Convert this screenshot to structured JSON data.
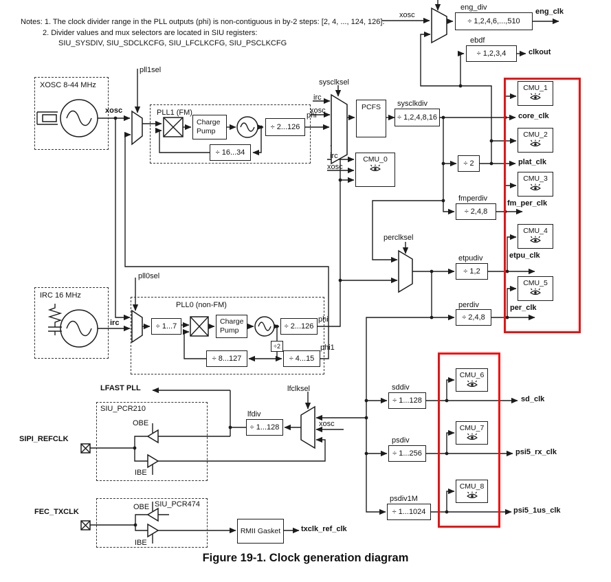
{
  "notes": {
    "line1": "Notes: 1. The clock divider range in the PLL outputs (phi) is non-contiguous in by-2 steps: [2, 4, ..., 124, 126].",
    "line2": "2. Divider values and mux selectors are located in SIU registers:",
    "line3": "SIU_SYSDIV, SIU_SDCLKCFG, SIU_LFCLKCFG, SIU_PSCLKCFG"
  },
  "caption": "Figure 19-1. Clock generation diagram",
  "colors": {
    "highlight": "#f10e0e",
    "line": "#1c1c1c"
  },
  "oscillators": {
    "xosc_title": "XOSC 8-44 MHz",
    "irc_title": "IRC 16 MHz"
  },
  "pll1": {
    "title": "PLL1 (FM)",
    "charge_pump": "Charge\nPump",
    "fwd_div": "÷ 2...126",
    "fb_div": "÷ 16...34"
  },
  "pll0": {
    "title": "PLL0 (non-FM)",
    "pre_div": "÷ 1...7",
    "charge_pump": "Charge\nPump",
    "fwd_div": "÷ 2...126",
    "half_div": "÷2",
    "fb_div": "÷ 8...127",
    "phi1_div": "÷ 4...15"
  },
  "selects": {
    "pll1sel": "pll1sel",
    "pll0sel": "pll0sel",
    "sysclksel": "sysclksel",
    "perclksel": "perclksel",
    "lfclksel": "lfclksel"
  },
  "signals": {
    "xosc": "xosc",
    "irc": "irc",
    "phi": "phi",
    "phi1": "phi1",
    "lfast_pll": "LFAST PLL",
    "sipi_refclk": "SIPI_REFCLK",
    "fec_txclk": "FEC_TXCLK",
    "obe": "OBE",
    "ibe": "IBE"
  },
  "dividers": {
    "eng_div": {
      "label": "eng_div",
      "value": "÷ 1,2,4,6,...,510"
    },
    "ebdf": {
      "label": "ebdf",
      "value": "÷ 1,2,3,4"
    },
    "sysclkdiv": {
      "label": "sysclkdiv",
      "value": "÷ 1,2,4,8,16"
    },
    "div2": {
      "value": "÷ 2"
    },
    "fmperdiv": {
      "label": "fmperdiv",
      "value": "÷ 2,4,8"
    },
    "etpudiv": {
      "label": "etpudiv",
      "value": "÷ 1,2"
    },
    "perdiv": {
      "label": "perdiv",
      "value": "÷ 2,4,8"
    },
    "sddiv": {
      "label": "sddiv",
      "value": "÷ 1...128"
    },
    "psdiv": {
      "label": "psdiv",
      "value": "÷ 1...256"
    },
    "psdiv1M": {
      "label": "psdiv1M",
      "value": "÷ 1...1024"
    },
    "lfdiv": {
      "label": "lfdiv",
      "value": "÷ 1...128"
    }
  },
  "clocks": {
    "eng_clk": "eng_clk",
    "clkout": "clkout",
    "core_clk": "core_clk",
    "plat_clk": "plat_clk",
    "fm_per_clk": "fm_per_clk",
    "etpu_clk": "etpu_clk",
    "per_clk": "per_clk",
    "sd_clk": "sd_clk",
    "psi5_rx_clk": "psi5_rx_clk",
    "psi5_1us_clk": "psi5_1us_clk",
    "txclk_ref_clk": "txclk_ref_clk"
  },
  "blocks": {
    "pcfs": "PCFS",
    "rmii": "RMII Gasket",
    "siu_pcr210": "SIU_PCR210",
    "siu_pcr474": "SIU_PCR474"
  },
  "cmus": [
    "CMU_0",
    "CMU_1",
    "CMU_2",
    "CMU_3",
    "CMU_4",
    "CMU_5",
    "CMU_6",
    "CMU_7",
    "CMU_8"
  ]
}
